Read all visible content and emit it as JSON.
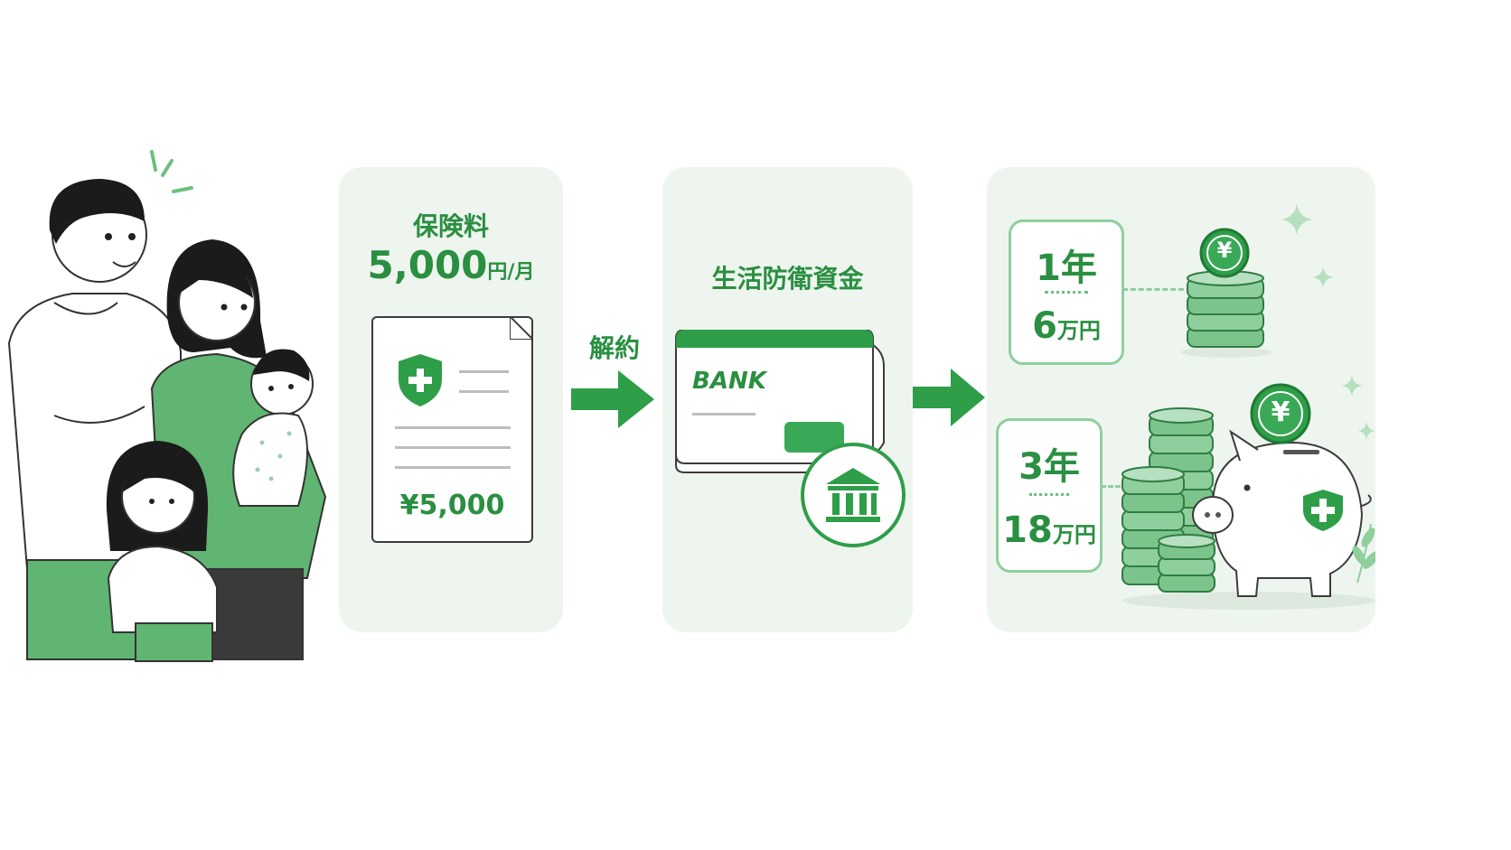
{
  "premium": {
    "title": "保険料",
    "amount": "5,000",
    "unit": "円/月",
    "document_amount": "¥5,000"
  },
  "cancel_label": "解約",
  "fund": {
    "title": "生活防衛資金",
    "bank_label": "BANK"
  },
  "results": [
    {
      "year": "1年",
      "amount": "6",
      "unit": "万円"
    },
    {
      "year": "3年",
      "amount": "18",
      "unit": "万円"
    }
  ],
  "coin_symbol": "¥",
  "colors": {
    "accent": "#2e9e48",
    "panel_bg": "#eef5ef",
    "light_green": "#8fcf9d"
  },
  "icons": [
    "family-illustration",
    "shield-plus-icon",
    "bank-building-icon",
    "coin-stack-icon",
    "piggy-bank-icon",
    "sparkle-icon",
    "arrow-right-icon"
  ]
}
